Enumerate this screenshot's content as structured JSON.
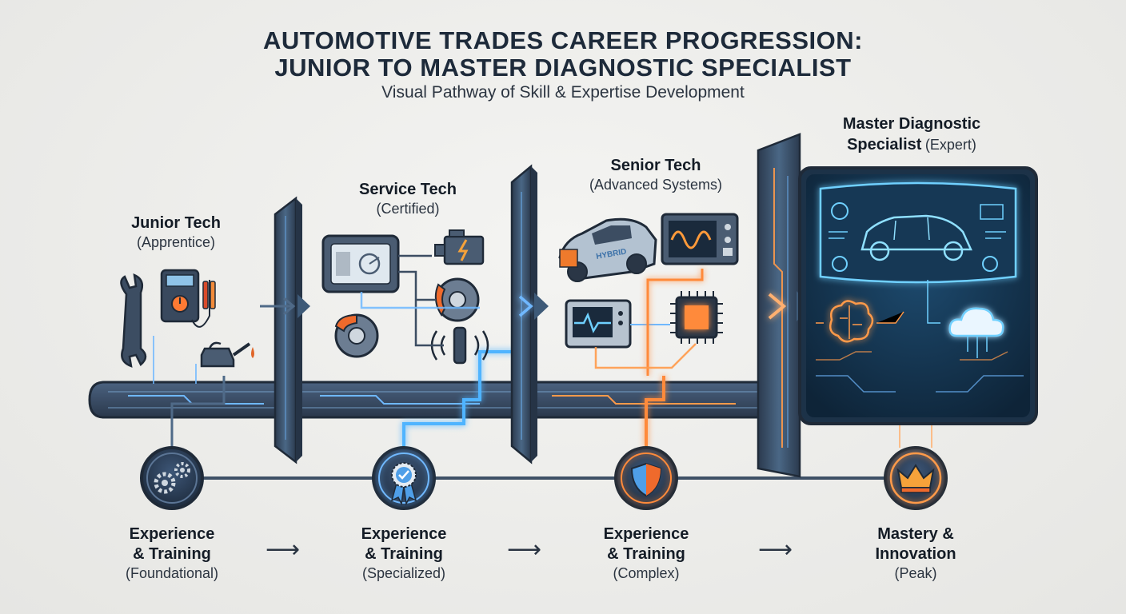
{
  "header": {
    "title_line1": "AUTOMOTIVE TRADES CAREER PROGRESSION:",
    "title_line2": "JUNIOR TO MASTER DIAGNOSTIC SPECIALIST",
    "subtitle": "Visual Pathway of Skill & Expertise Development"
  },
  "stages": [
    {
      "name": "Junior Tech",
      "level": "(Apprentice)"
    },
    {
      "name": "Service Tech",
      "level": "(Certified)"
    },
    {
      "name": "Senior Tech",
      "level": "(Advanced Systems)"
    },
    {
      "name_line1": "Master Diagnostic",
      "name_line2": "Specialist",
      "level": "(Expert)"
    }
  ],
  "milestones": [
    {
      "line1": "Experience",
      "line2": "& Training",
      "sub": "(Foundational)",
      "icon": "gears-icon"
    },
    {
      "line1": "Experience",
      "line2": "& Training",
      "sub": "(Specialized)",
      "icon": "award-badge-icon"
    },
    {
      "line1": "Experience",
      "line2": "& Training",
      "sub": "(Complex)",
      "icon": "shield-icon"
    },
    {
      "line1": "Mastery &",
      "line2": "Innovation",
      "sub": "(Peak)",
      "icon": "crown-icon"
    }
  ],
  "car_badge": "HYBRID",
  "colors": {
    "dark_navy": "#2f3e52",
    "panel_blue": "#3e5a78",
    "glow_blue": "#4fb4ff",
    "glow_orange": "#ff8a3a",
    "orange_accent": "#f26b2a"
  }
}
